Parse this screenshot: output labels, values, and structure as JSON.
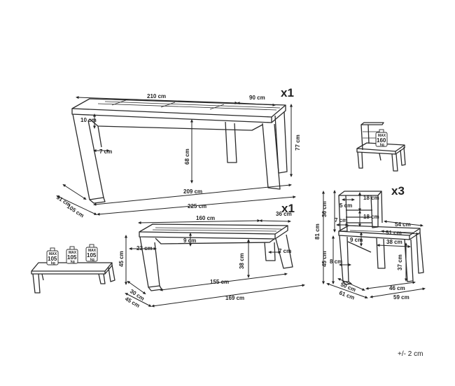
{
  "table": {
    "quantity": "x1",
    "dims": {
      "length_top": "210 cm",
      "width_top": "90 cm",
      "top_thickness": "10 cm",
      "leg_width": "7 cm",
      "clearance": "68 cm",
      "height": "77 cm",
      "inner_length": "209 cm",
      "depth": "91 cm",
      "depth_base": "105 cm",
      "length_base": "225 cm"
    }
  },
  "bench": {
    "quantity": "x1",
    "dims": {
      "length_top": "160 cm",
      "width_top": "36 cm",
      "top_thickness": "9 cm",
      "leg_width": "23 cm",
      "leg_thickness": "7 cm",
      "clearance": "38 cm",
      "height": "45 cm",
      "inner_length": "155 cm",
      "depth": "30 cm",
      "depth_base": "45 cm",
      "length_base": "169 cm"
    },
    "load": {
      "max": "MAX",
      "value": "105",
      "unit": "kg"
    }
  },
  "chair": {
    "quantity": "x3",
    "dims": {
      "back_height": "36 cm",
      "slat_gap": "5 cm",
      "slat_top": "18 cm",
      "slat_bottom": "18 cm",
      "total_height": "81 cm",
      "slat_depth": "7 cm",
      "seat_height": "45 cm",
      "seat_thickness": "9 cm",
      "leg_width": "8 cm",
      "seat_depth_top": "54 cm",
      "seat_width": "51 cm",
      "inner_width": "38 cm",
      "leg_clearance": "37 cm",
      "depth_inner": "50 cm",
      "depth_base": "61 cm",
      "width_inner": "46 cm",
      "width_base": "59 cm"
    },
    "load": {
      "max": "MAX",
      "value": "160",
      "unit": "kg"
    }
  },
  "tolerance": "+/- 2 cm"
}
